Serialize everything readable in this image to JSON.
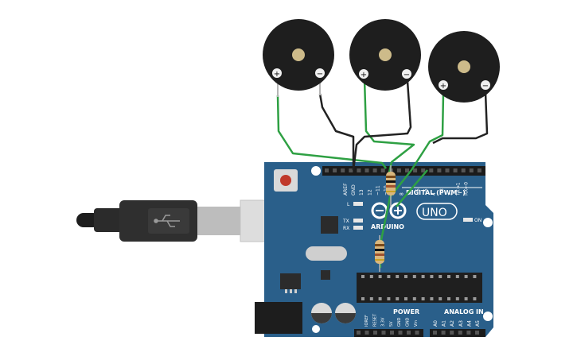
{
  "buzzers": [
    {
      "plus": "+",
      "minus": "−"
    },
    {
      "plus": "+",
      "minus": "−"
    },
    {
      "plus": "+",
      "minus": "−"
    }
  ],
  "board": {
    "header_top_labels": [
      "AREF",
      "GND",
      "13",
      "12",
      "~11",
      "~10",
      "~9",
      "8",
      "7",
      "~6",
      "~5",
      "4",
      "~3",
      "2",
      "TX→1",
      "RX←0"
    ],
    "digital_label": "DIGITAL (PWM~)",
    "brand": "ARDUINO",
    "model": "UNO",
    "led_l": "L",
    "led_tx": "TX",
    "led_rx": "RX",
    "led_on": "ON",
    "power_label": "POWER",
    "analog_label": "ANALOG IN",
    "power_pins": [
      "IOREF",
      "RESET",
      "3.3V",
      "5V",
      "GND",
      "GND",
      "Vin"
    ],
    "analog_pins": [
      "A0",
      "A1",
      "A2",
      "A3",
      "A4",
      "A5"
    ],
    "board_color": "#2a5f8a"
  },
  "wire_colors": {
    "green": "#2ea043",
    "black": "#222222"
  },
  "usb_cable": {
    "color": "#2b2b2b"
  }
}
